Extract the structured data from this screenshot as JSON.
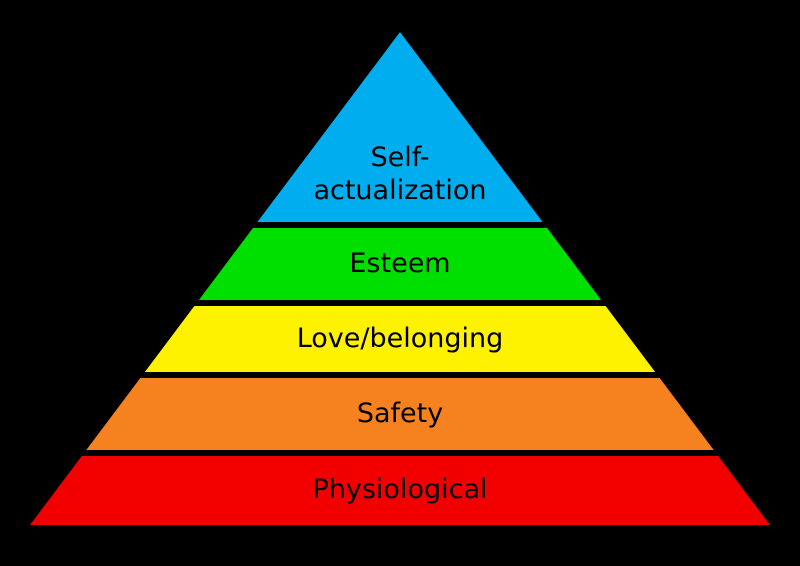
{
  "background_color": "#000000",
  "pyramid": {
    "levels": [
      {
        "id": "self-actualization",
        "label": "Self-\nactualization",
        "color": "#00AEEF"
      },
      {
        "id": "esteem",
        "label": "Esteem",
        "color": "#00E000"
      },
      {
        "id": "love-belonging",
        "label": "Love/belonging",
        "color": "#FFF200"
      },
      {
        "id": "safety",
        "label": "Safety",
        "color": "#F5821F"
      },
      {
        "id": "physiological",
        "label": "Physiological",
        "color": "#F20000"
      }
    ]
  }
}
